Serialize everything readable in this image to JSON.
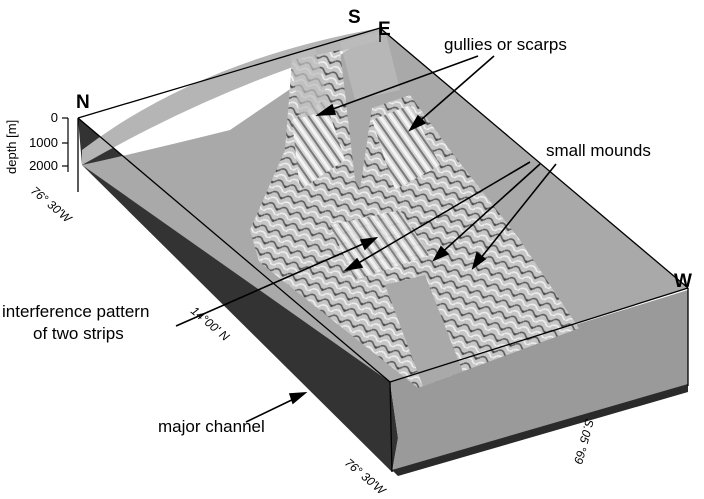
{
  "directions": {
    "north": "N",
    "south": "S",
    "east": "E",
    "west": "W"
  },
  "depth_axis": {
    "title": "depth [m]",
    "ticks": [
      "0",
      "1000",
      "2000"
    ]
  },
  "coordinates": {
    "lon_left_top": "76° 30'W",
    "lat_mid": "14°00' N",
    "lon_left_bottom": "76° 30'W",
    "lat_right": "S.05 °69"
  },
  "annotations": {
    "gullies": "gullies or scarps",
    "mounds": "small mounds",
    "interference_line1": "interference pattern",
    "interference_line2": "of two strips",
    "channel": "major channel"
  },
  "colors": {
    "surface": "#a9a9a9",
    "dark_side": "#3a3a3a",
    "mid_side": "#6a6a6a",
    "swath": "#cfcfcf"
  }
}
